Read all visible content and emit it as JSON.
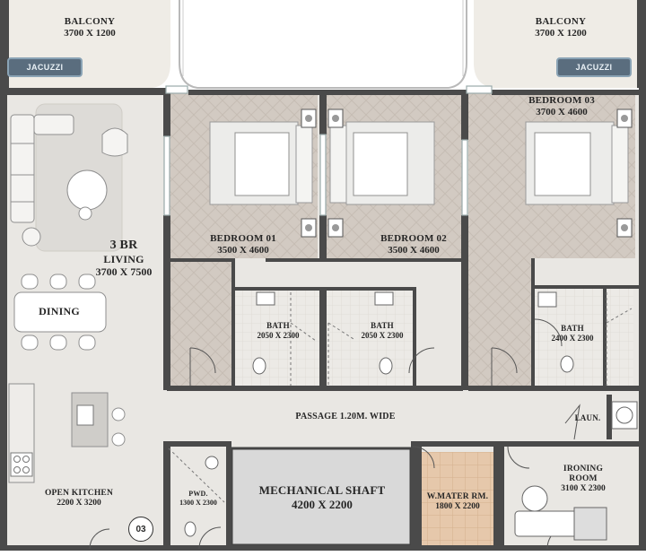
{
  "rooms": {
    "balcony_left": {
      "title": "BALCONY",
      "size": "3700 X 1200"
    },
    "balcony_right": {
      "title": "BALCONY",
      "size": "3700 X 1200"
    },
    "jacuzzi_left": "JACUZZI",
    "jacuzzi_right": "JACUZZI",
    "bedroom_01": {
      "title": "BEDROOM 01",
      "size": "3500 X 4600"
    },
    "bedroom_02": {
      "title": "BEDROOM 02",
      "size": "3500 X 4600"
    },
    "bedroom_03": {
      "title": "BEDROOM 03",
      "size": "3700 X 4600"
    },
    "living": {
      "title1": "3 BR",
      "title2": "LIVING",
      "size": "3700 X 7500"
    },
    "dining": "DINING",
    "bath_1": {
      "title": "BATH",
      "size": "2050 X 2300"
    },
    "bath_2": {
      "title": "BATH",
      "size": "2050 X 2300"
    },
    "bath_3": {
      "title": "BATH",
      "size": "2400 X 2300"
    },
    "passage": "PASSAGE 1.20M. WIDE",
    "laundry": "LAUN.",
    "open_kitchen": {
      "title": "OPEN KITCHEN",
      "size": "2200 X 3200"
    },
    "powder": {
      "title": "PWD.",
      "size": "1300 X 2300"
    },
    "mechanical_shaft": {
      "title": "MECHANICAL SHAFT",
      "size": "4200 X 2200"
    },
    "water_room": {
      "title": "W.MATER RM.",
      "size": "1800 X 2200"
    },
    "ironing_room": {
      "title1": "IRONING",
      "title2": "ROOM",
      "size": "3100 X 2300"
    }
  },
  "unit_badge": "03",
  "colors": {
    "wall": "#4a4a4a",
    "floor": "#e8e6e2",
    "bedroom_floor": "#d3cbc3",
    "balcony_floor": "#efece6",
    "water_room_floor": "#e5c9ad",
    "shaft": "#d9d9d9",
    "jacuzzi": "#5a6d7e"
  },
  "icons": [
    "bed-icon",
    "toilet-icon",
    "sink-icon",
    "sofa-icon",
    "dining-table-icon",
    "stove-icon",
    "washer-icon",
    "door-swing-icon"
  ]
}
